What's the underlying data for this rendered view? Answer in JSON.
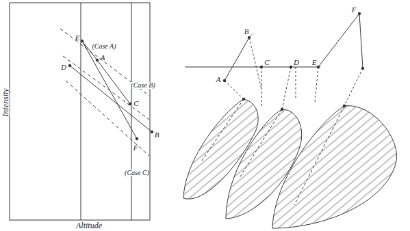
{
  "diagram": {
    "labels": [
      "Intensity",
      "Altitude",
      "E",
      "(Case A)",
      "A",
      "D",
      "(Case B)",
      "C",
      "B",
      "F",
      "(Case C)",
      "B",
      "C",
      "D",
      "E",
      "F",
      "A"
    ]
  }
}
